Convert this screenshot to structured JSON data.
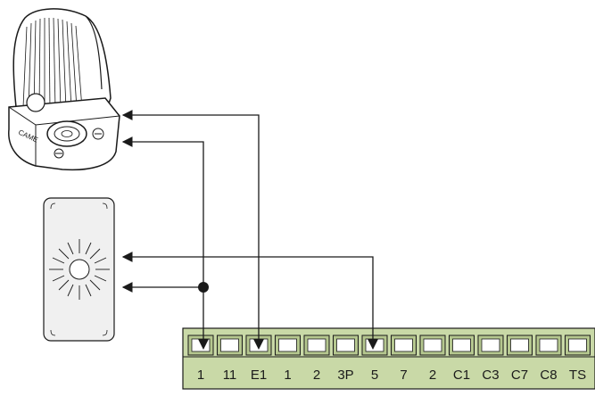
{
  "terminal_block": {
    "labels": [
      "1",
      "11",
      "E1",
      "1",
      "2",
      "3P",
      "5",
      "7",
      "2",
      "C1",
      "C3",
      "C7",
      "C8",
      "TS"
    ],
    "color": "#c9d9a7",
    "screw_color": "#b5c78f"
  },
  "wiring_color": "#1a1a1a"
}
